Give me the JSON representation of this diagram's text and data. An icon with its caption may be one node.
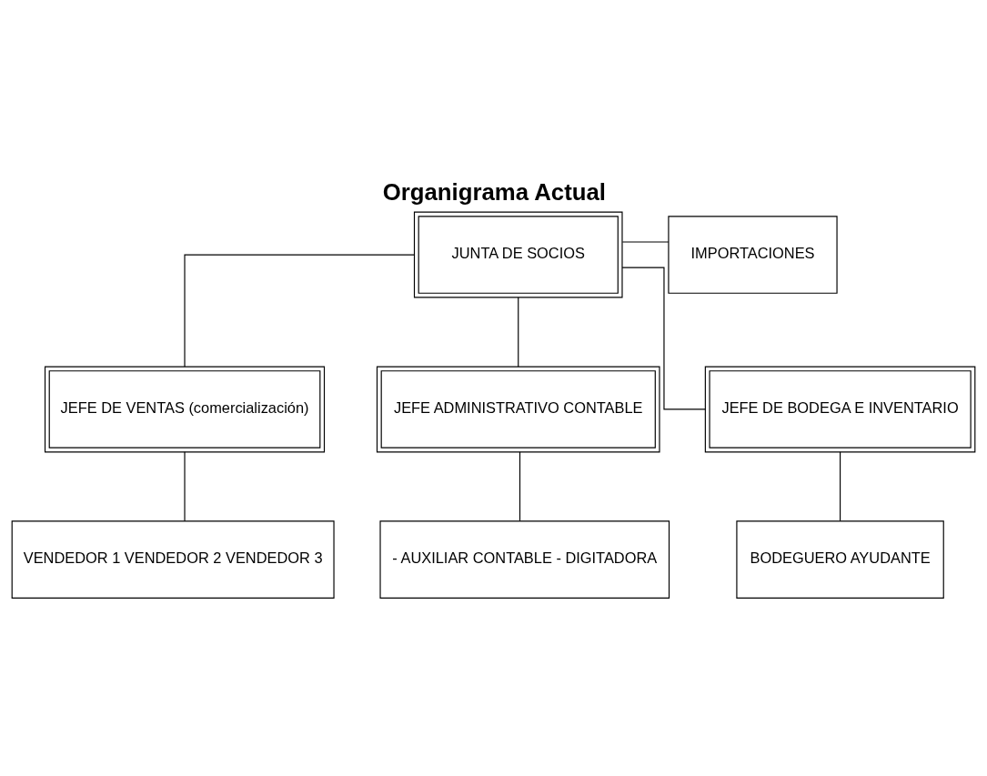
{
  "diagram": {
    "title": "Organigrama Actual",
    "nodes": [
      {
        "text": [
          "JUNTA DE SOCIOS"
        ]
      },
      {
        "text": [
          "IMPORTACIONES"
        ]
      },
      {
        "text": [
          "JEFE DE VENTAS (comercialización)"
        ]
      },
      {
        "text": [
          "JEFE ADMINISTRATIVO CONTABLE"
        ]
      },
      {
        "text": [
          "JEFE DE BODEGA E INVENTARIO"
        ]
      },
      {
        "text": [
          "VENDEDOR 1 VENDEDOR 2 VENDEDOR 3"
        ]
      },
      {
        "text": [
          "- AUXILIAR CONTABLE - DIGITADORA"
        ]
      },
      {
        "text": [
          "BODEGUERO AYUDANTE"
        ]
      }
    ],
    "edges": [
      {
        "from": 0,
        "to": 1,
        "arrow": "none"
      },
      {
        "from": 0,
        "to": 2,
        "arrow": "none"
      },
      {
        "from": 0,
        "to": 3,
        "arrow": "none"
      },
      {
        "from": 0,
        "to": 4,
        "arrow": "none"
      },
      {
        "from": 2,
        "to": 5,
        "arrow": "none"
      },
      {
        "from": 3,
        "to": 6,
        "arrow": "none"
      },
      {
        "from": 4,
        "to": 7,
        "arrow": "none"
      }
    ]
  }
}
